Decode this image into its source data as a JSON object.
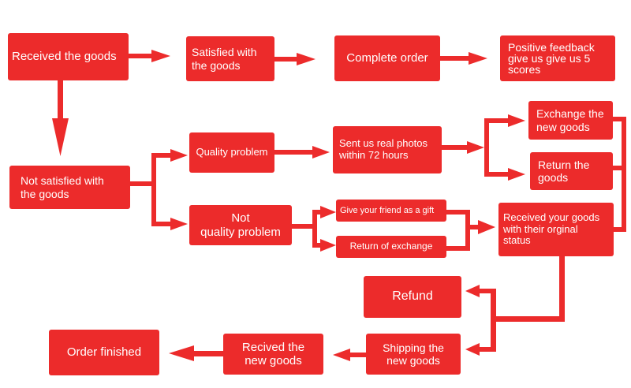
{
  "nodes": {
    "received_goods": "Received the goods",
    "satisfied": "Satisfied with\nthe goods",
    "complete_order": "Complete order",
    "positive_feedback": "Positive feedback\ngive us give us 5\nscores",
    "not_satisfied": "Not satisfied with\nthe goods",
    "quality_problem": "Quality problem",
    "sent_photos": "Sent us real photos\nwithin 72 hours",
    "exchange_new": "Exchange the\nnew goods",
    "return_goods": "Return the\ngoods",
    "not_quality": "Not\nquality problem",
    "gift_friend": "Give your friend as a gift",
    "return_exchange": "Return of exchange",
    "received_original": "Received your goods\nwith their orginal\nstatus",
    "refund": "Refund",
    "shipping_new": "Shipping the\nnew goods",
    "recived_new": "Recived the\nnew goods",
    "order_finished": "Order finished"
  },
  "colors": {
    "accent": "#ec2b2b",
    "text": "#ffffff",
    "background": "#ffffff"
  }
}
